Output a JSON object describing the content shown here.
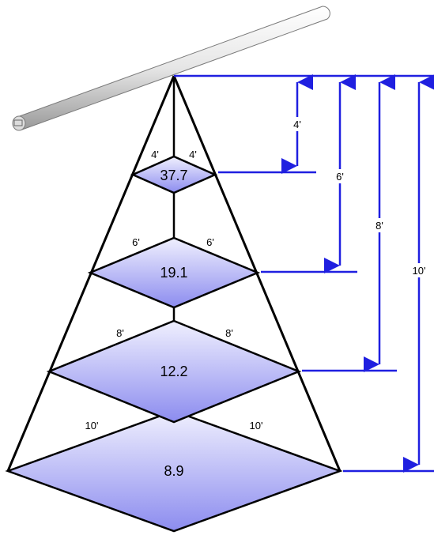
{
  "colors": {
    "dimension_line": "#1f1fe0",
    "pyramid_edge": "#000000",
    "plane_fill_light": "#eceefe",
    "plane_fill_dark": "#8f8ff0",
    "rod_fill": "#f2f2f2"
  },
  "planes": [
    {
      "value": "37.7",
      "left_side": "4'",
      "right_side": "4'"
    },
    {
      "value": "19.1",
      "left_side": "6'",
      "right_side": "6'"
    },
    {
      "value": "12.2",
      "left_side": "8'",
      "right_side": "8'"
    },
    {
      "value": "8.9",
      "left_side": "10'",
      "right_side": "10'"
    }
  ],
  "dimensions": [
    {
      "label": "4'"
    },
    {
      "label": "6'"
    },
    {
      "label": "8'"
    },
    {
      "label": "10'"
    }
  ],
  "icons": {
    "rod": "light-rod-icon"
  }
}
